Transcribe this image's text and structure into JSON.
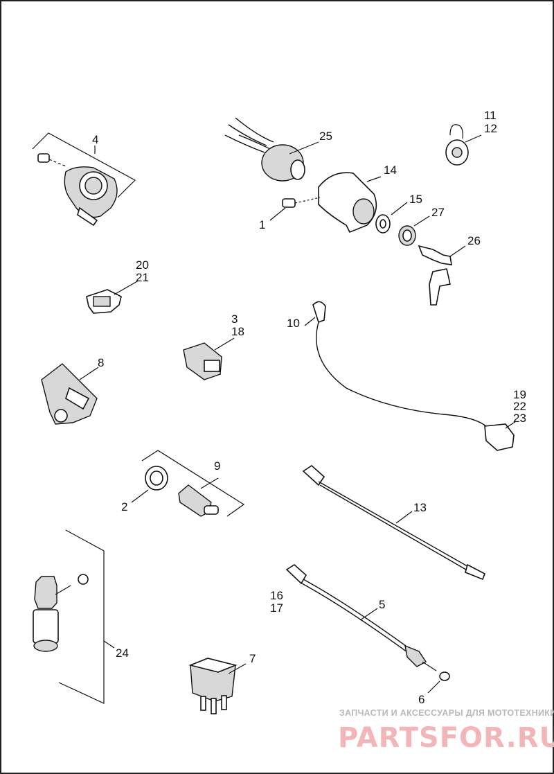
{
  "callouts": [
    {
      "id": "c1",
      "text": "1"
    },
    {
      "id": "c2",
      "text": "2"
    },
    {
      "id": "c3",
      "text": "3"
    },
    {
      "id": "c4",
      "text": "4"
    },
    {
      "id": "c5",
      "text": "5"
    },
    {
      "id": "c6",
      "text": "6"
    },
    {
      "id": "c7",
      "text": "7"
    },
    {
      "id": "c8",
      "text": "8"
    },
    {
      "id": "c9",
      "text": "9"
    },
    {
      "id": "c10",
      "text": "10"
    },
    {
      "id": "c11",
      "text": "11"
    },
    {
      "id": "c12",
      "text": "12"
    },
    {
      "id": "c13",
      "text": "13"
    },
    {
      "id": "c14",
      "text": "14"
    },
    {
      "id": "c15",
      "text": "15"
    },
    {
      "id": "c16",
      "text": "16"
    },
    {
      "id": "c17",
      "text": "17"
    },
    {
      "id": "c18",
      "text": "18"
    },
    {
      "id": "c19",
      "text": "19"
    },
    {
      "id": "c20",
      "text": "20"
    },
    {
      "id": "c21",
      "text": "21"
    },
    {
      "id": "c22",
      "text": "22"
    },
    {
      "id": "c23",
      "text": "23"
    },
    {
      "id": "c24",
      "text": "24"
    },
    {
      "id": "c25",
      "text": "25"
    },
    {
      "id": "c26",
      "text": "26"
    },
    {
      "id": "c27",
      "text": "27"
    }
  ],
  "watermark": {
    "tagline": "ЗАПЧАСТИ И АКСЕССУАРЫ ДЛЯ МОТОТЕХНИКИ",
    "brand": "PARTSFOR.RU",
    "tagline_color": "#b9b9b9",
    "brand_color": "#f2b6b9"
  }
}
